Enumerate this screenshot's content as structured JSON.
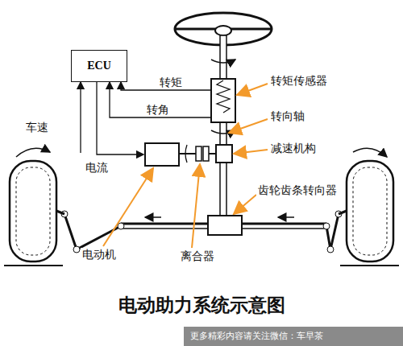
{
  "diagram": {
    "title": "电动助力系统示意图",
    "nodes": [
      {
        "text": [
          "ECU"
        ]
      }
    ],
    "edges": [],
    "labels": [
      "转矩传感器",
      "转向轴",
      "减速机构",
      "齿轮齿条转向器",
      "电动机",
      "离合器",
      "转矩",
      "转角",
      "车速",
      "电流",
      "更多精彩内容请关注微信：车早茶"
    ]
  }
}
